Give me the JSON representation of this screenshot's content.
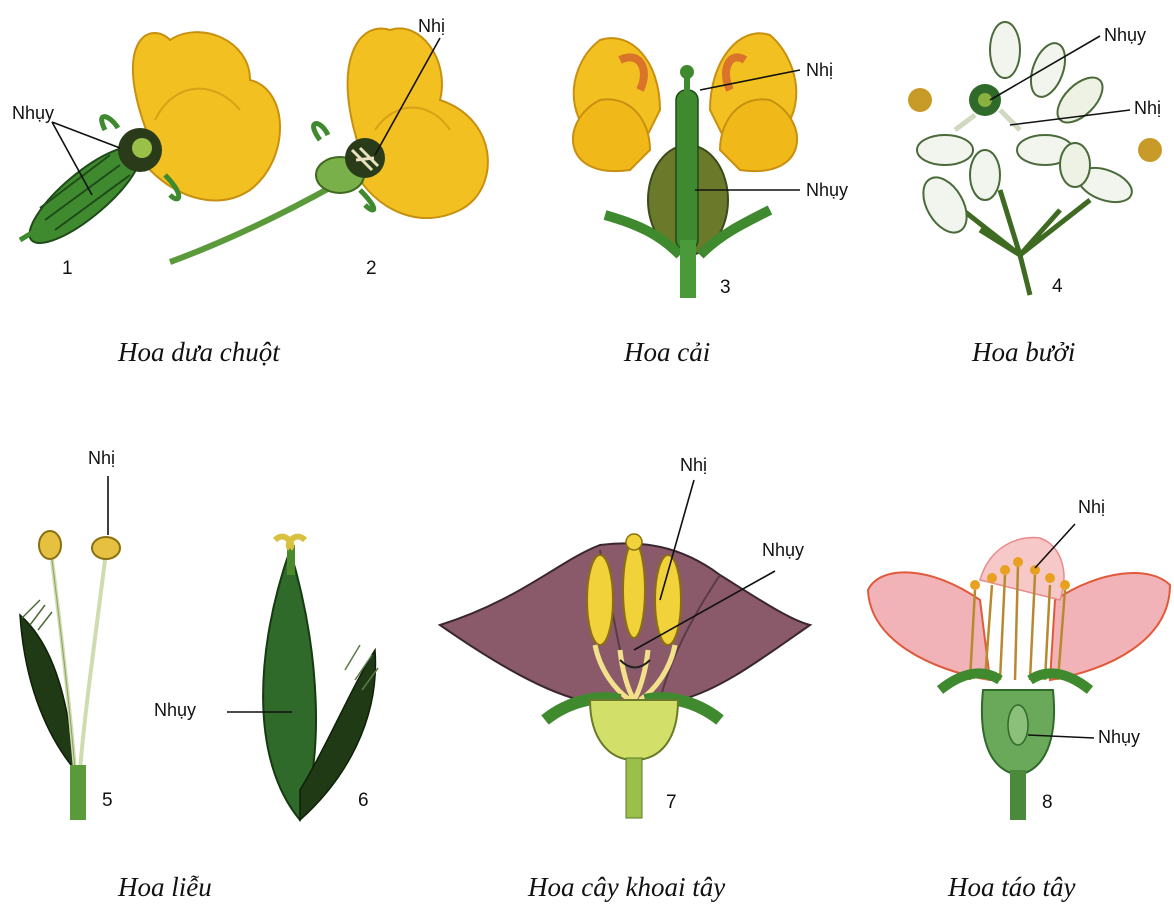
{
  "captions": {
    "cucumber": "Hoa dưa chuột",
    "mustard": "Hoa cải",
    "pomelo": "Hoa bưởi",
    "willow": "Hoa liễu",
    "potato": "Hoa cây khoai tây",
    "apple": "Hoa táo tây"
  },
  "labels": {
    "nhi": "Nhị",
    "nhuy": "Nhụy"
  },
  "numbers": [
    "1",
    "2",
    "3",
    "4",
    "5",
    "6",
    "7",
    "8"
  ],
  "colors": {
    "petal_yellow": "#f2c020",
    "leaf_green": "#3f8a2e",
    "dark_green": "#1f4a1a",
    "pink_petal": "#f2b3b8",
    "purple_petal": "#8a5a6a",
    "white_petal": "#f2f4ee"
  }
}
